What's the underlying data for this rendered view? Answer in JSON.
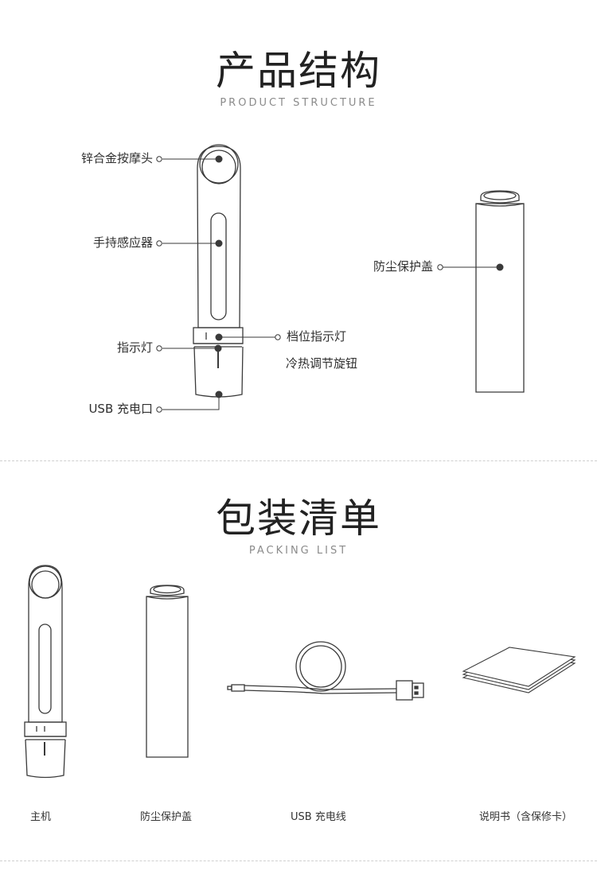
{
  "structure": {
    "title": "产品结构",
    "subtitle": "PRODUCT STRUCTURE",
    "labels": {
      "head": "锌合金按摩头",
      "sensor": "手持感应器",
      "indicator": "指示灯",
      "usb": "USB 充电口",
      "gear_indicator": "档位指示灯",
      "knob": "冷热调节旋钮",
      "cap": "防尘保护盖"
    }
  },
  "packing": {
    "title": "包装清单",
    "subtitle": "PACKING LIST",
    "items": [
      "主机",
      "防尘保护盖",
      "USB 充电线",
      "说明书（含保修卡）"
    ]
  },
  "colors": {
    "line": "#3a3a3a",
    "dot": "#3a3a3a",
    "divider": "#cfcfcf"
  }
}
